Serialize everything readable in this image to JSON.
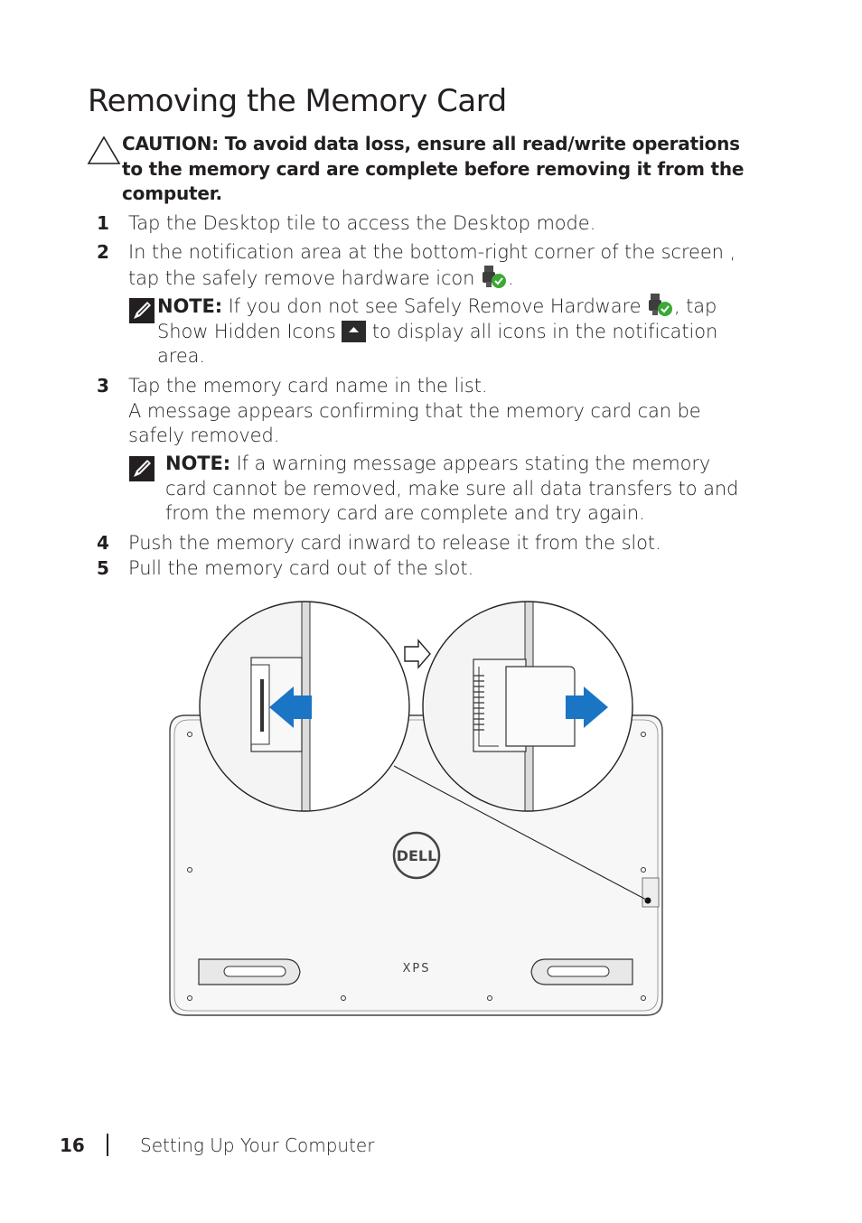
{
  "heading": "Removing the Memory Card",
  "caution": {
    "label": "CAUTION:",
    "text": " To avoid data loss, ensure all read/write operations to the memory card are complete before removing it from the computer."
  },
  "steps": [
    {
      "num": "1",
      "text": "Tap the Desktop tile to access the Desktop mode."
    },
    {
      "num": "2",
      "text_a": "In the notification area at the bottom-right corner of the screen , tap the safely remove hardware icon ",
      "text_b": "."
    },
    {
      "num": "3",
      "line1": "Tap the memory card name in the list.",
      "line2": "A message appears confirming that the memory card can be safely removed."
    },
    {
      "num": "4",
      "text": "Push the memory card inward to release it from the slot."
    },
    {
      "num": "5",
      "text": "Pull the memory card out of the slot."
    }
  ],
  "note1": {
    "label": "NOTE:",
    "text_a": " If you don not see Safely Remove Hardware ",
    "text_b": ", tap Show Hidden Icons ",
    "text_c": " to display all icons in the notification area."
  },
  "note2": {
    "label": "NOTE:",
    "text": " If a warning message appears stating the memory card cannot be removed, make sure all data transfers to and from the memory card are complete and try again."
  },
  "illustration": {
    "brand_logo": "DELL",
    "model_logo": "XPS",
    "arrow_color": "#1a75c4",
    "check_color": "#3aa935"
  },
  "footer": {
    "page_number": "16",
    "section": "Setting Up Your Computer"
  }
}
